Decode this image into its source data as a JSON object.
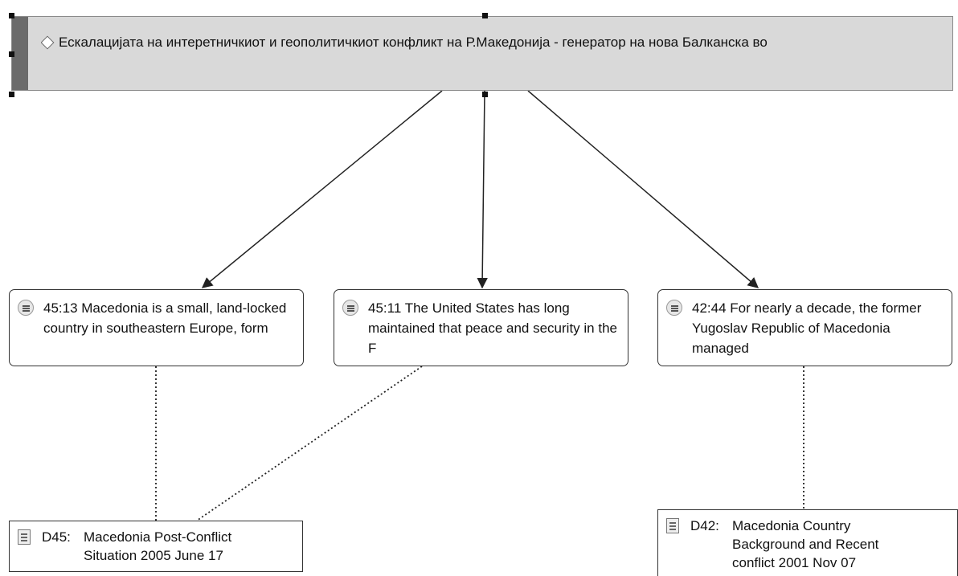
{
  "code_node": {
    "title": "Ескалацијата на интеретничкиот и геополитичкиот конфликт на Р.Македонија - генератор на нова Балканска во"
  },
  "quotations": [
    {
      "id": "45:13",
      "text": "45:13 Macedonia is a small, land-locked country in southeastern Europe, form"
    },
    {
      "id": "45:11",
      "text": "45:11 The United States has long maintained that peace and security in the F"
    },
    {
      "id": "42:44",
      "text": "42:44 For nearly a decade, the former Yugoslav Republic of Macedonia managed"
    }
  ],
  "documents": [
    {
      "label": "D45:",
      "title": "Macedonia Post-Conflict Situation 2005 June 17"
    },
    {
      "label": "D42:",
      "title": "Macedonia Country Background and Recent conflict 2001 Nov 07"
    }
  ],
  "colors": {
    "code_fill": "#d9d9d9",
    "code_stripe": "#6b6b6b",
    "link": "#222222"
  }
}
